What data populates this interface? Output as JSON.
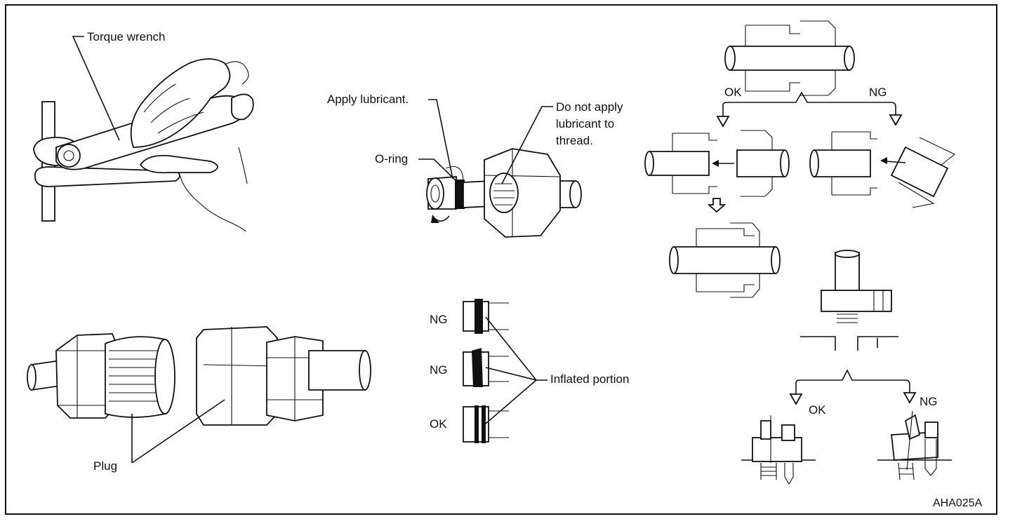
{
  "labels": {
    "torque_wrench": "Torque wrench",
    "plug": "Plug",
    "apply_lubricant": "Apply lubricant.",
    "do_not_apply_1": "Do not apply",
    "do_not_apply_2": "lubricant to",
    "do_not_apply_3": "thread.",
    "o_ring": "O-ring",
    "ng_1": "NG",
    "ng_2": "NG",
    "ok_1": "OK",
    "inflated_portion": "Inflated portion",
    "top_ok": "OK",
    "top_ng": "NG",
    "bottom_ok": "OK",
    "bottom_ng": "NG",
    "figure_code": "AHA025A"
  }
}
